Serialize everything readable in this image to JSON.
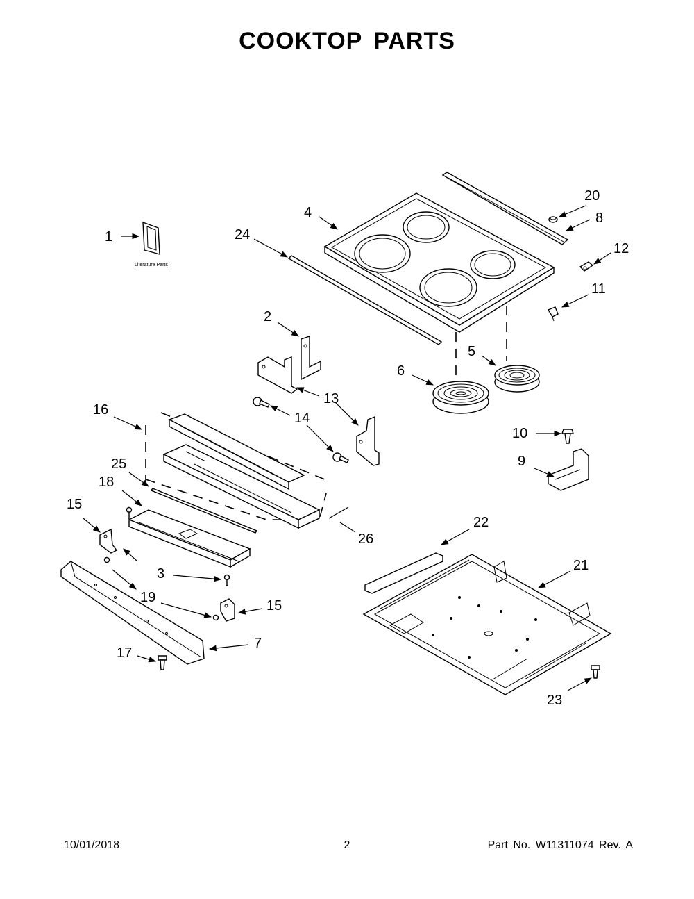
{
  "title": "COOKTOP PARTS",
  "literature_label": "Literature Parts",
  "footer": {
    "date": "10/01/2018",
    "page": "2",
    "part_number": "Part No.  W11311074  Rev.  A"
  },
  "callouts": {
    "c1": "1",
    "c2": "2",
    "c3": "3",
    "c4": "4",
    "c5": "5",
    "c6": "6",
    "c7": "7",
    "c8": "8",
    "c9": "9",
    "c10": "10",
    "c11": "11",
    "c12": "12",
    "c13": "13",
    "c14": "14",
    "c15a": "15",
    "c15b": "15",
    "c16": "16",
    "c17": "17",
    "c18": "18",
    "c19a": "19",
    "c20": "20",
    "c21": "21",
    "c22": "22",
    "c23": "23",
    "c24": "24",
    "c25": "25",
    "c26": "26"
  }
}
